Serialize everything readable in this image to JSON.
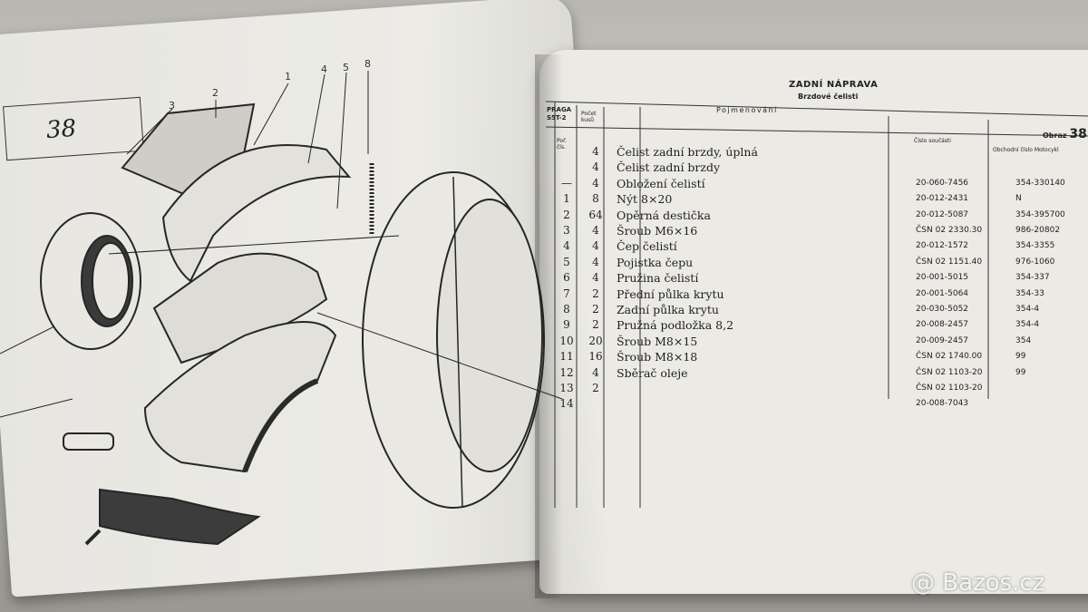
{
  "figure_box_number": "38",
  "callouts": [
    "3",
    "2",
    "1",
    "4",
    "5",
    "8"
  ],
  "table": {
    "section_title": "ZADNÍ NÁPRAVA",
    "subtitle": "Brzdové čelisti",
    "brand_label": "PRAGA\nS5T-2",
    "col_position": "Poř.\nčís.",
    "col_quantity": "Počet\nkusů",
    "col_name": "Pojmenování",
    "col_part_no": "Číslo součásti",
    "col_trade_no": "Obchodní číslo Motocykl",
    "figure_label": "Obraz",
    "figure_number": "38",
    "rows": [
      {
        "pos": "",
        "qty": "4",
        "name": "Čelist zadní brzdy, úplná",
        "part": "",
        "trade": ""
      },
      {
        "pos": "",
        "qty": "4",
        "name": "Čelist zadní brzdy",
        "part": "",
        "trade": ""
      },
      {
        "pos": "—",
        "qty": "4",
        "name": "Obložení čelistí",
        "part": "20-060-7456",
        "trade": "354-330140"
      },
      {
        "pos": "1",
        "qty": "8",
        "name": "Nýt 8×20",
        "part": "20-012-2431",
        "trade": "N"
      },
      {
        "pos": "2",
        "qty": "64",
        "name": "Opěrná destička",
        "part": "20-012-5087",
        "trade": "354-395700"
      },
      {
        "pos": "3",
        "qty": "4",
        "name": "Šroub M6×16",
        "part": "ČSN 02 2330.30",
        "trade": "986-20802"
      },
      {
        "pos": "4",
        "qty": "4",
        "name": "Čep čelistí",
        "part": "20-012-1572",
        "trade": "354-3355"
      },
      {
        "pos": "5",
        "qty": "4",
        "name": "Pojistka čepu",
        "part": "ČSN 02 1151.40",
        "trade": "976-1060"
      },
      {
        "pos": "6",
        "qty": "4",
        "name": "Pružina čelistí",
        "part": "20-001-5015",
        "trade": "354-337"
      },
      {
        "pos": "7",
        "qty": "2",
        "name": "Přední půlka krytu",
        "part": "20-001-5064",
        "trade": "354-33"
      },
      {
        "pos": "8",
        "qty": "2",
        "name": "Zadní půlka krytu",
        "part": "20-030-5052",
        "trade": "354-4"
      },
      {
        "pos": "9",
        "qty": "2",
        "name": "Pružná podložka 8,2",
        "part": "20-008-2457",
        "trade": "354-4"
      },
      {
        "pos": "10",
        "qty": "20",
        "name": "Šroub M8×15",
        "part": "20-009-2457",
        "trade": "354"
      },
      {
        "pos": "11",
        "qty": "16",
        "name": "Šroub M8×18",
        "part": "ČSN 02 1740.00",
        "trade": "99"
      },
      {
        "pos": "12",
        "qty": "4",
        "name": "Sběrač oleje",
        "part": "ČSN 02 1103-20",
        "trade": "99"
      },
      {
        "pos": "13",
        "qty": "2",
        "name": "",
        "part": "ČSN 02 1103-20",
        "trade": ""
      },
      {
        "pos": "14",
        "qty": "",
        "name": "",
        "part": "20-008-7043",
        "trade": ""
      }
    ]
  },
  "watermark": "@ Bazos.cz",
  "colors": {
    "paper": "#ebeae5",
    "ink": "#1e1e1e",
    "background": "#9a9892"
  }
}
